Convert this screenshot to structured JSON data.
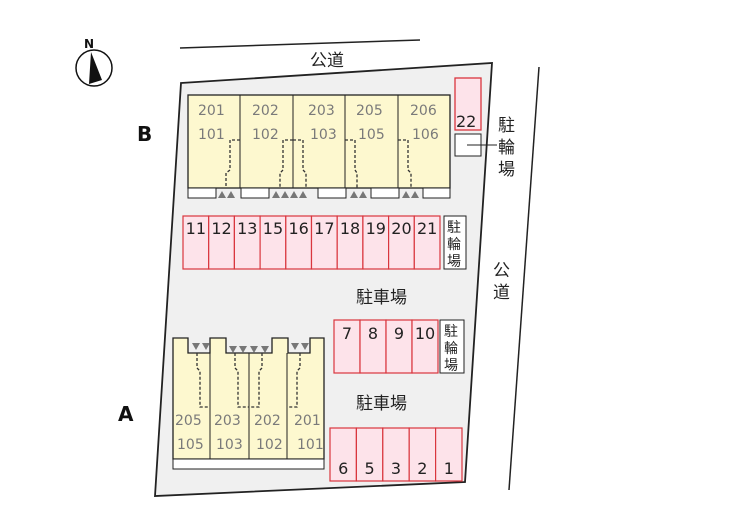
{
  "compass": {
    "label": "N"
  },
  "roads": {
    "top": "公道",
    "right": [
      "公",
      "道"
    ]
  },
  "buildings": {
    "B": {
      "label": "B",
      "units": [
        {
          "upper": "201",
          "lower": "101"
        },
        {
          "upper": "202",
          "lower": "102"
        },
        {
          "upper": "203",
          "lower": "103"
        },
        {
          "upper": "205",
          "lower": "105"
        },
        {
          "upper": "206",
          "lower": "106"
        }
      ]
    },
    "A": {
      "label": "A",
      "units": [
        {
          "upper": "205",
          "lower": "105"
        },
        {
          "upper": "203",
          "lower": "103"
        },
        {
          "upper": "202",
          "lower": "102"
        },
        {
          "upper": "201",
          "lower": "101"
        }
      ]
    }
  },
  "parking": {
    "label": "駐車場",
    "row_top": [
      "11",
      "12",
      "13",
      "15",
      "16",
      "17",
      "18",
      "19",
      "20",
      "21"
    ],
    "row_middle": [
      "7",
      "8",
      "9",
      "10"
    ],
    "row_bottom": [
      "6",
      "5",
      "3",
      "2",
      "1"
    ],
    "single": "22"
  },
  "bicycle_parking": {
    "chars": [
      "駐",
      "輪",
      "場"
    ]
  },
  "colors": {
    "lot": "#f0f0f0",
    "building": "#fdf8cf",
    "space_fill": "#fde3ea",
    "space_border": "#d9363e",
    "unit_text": "#7a7a7a"
  }
}
